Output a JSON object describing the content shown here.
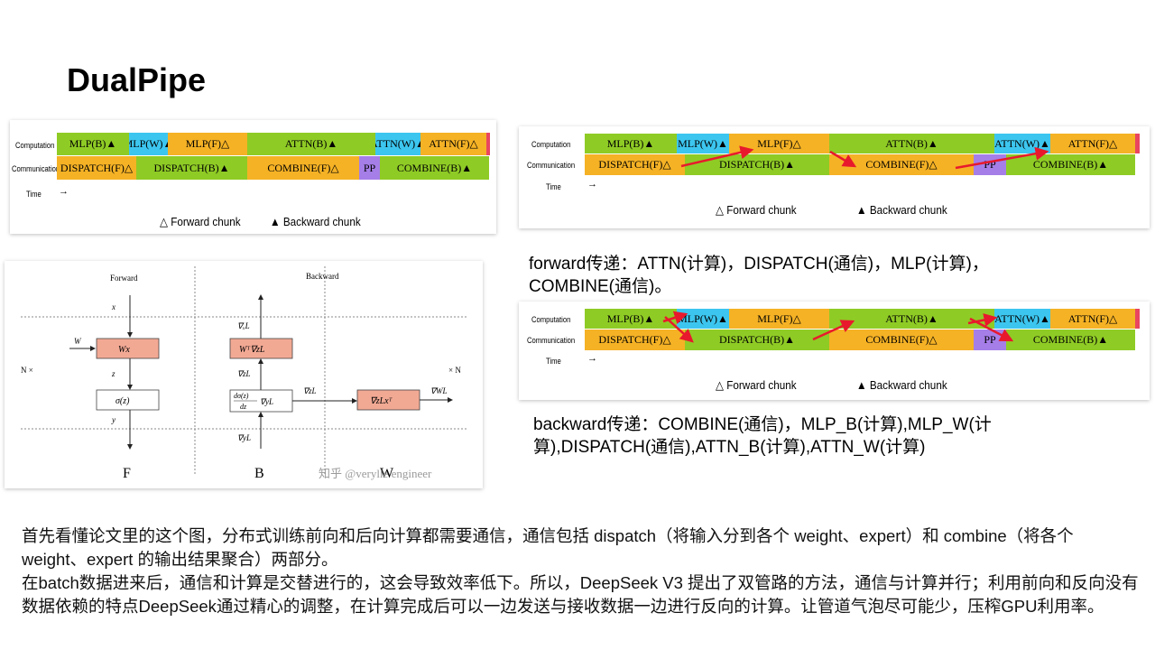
{
  "title": "DualPipe",
  "schedule_panels": [
    {
      "row_labels": [
        "Computation",
        "Communication",
        "Time"
      ],
      "time_arrow": "→",
      "computation": [
        {
          "label": "MLP(B)▲",
          "color": "#8fcb25",
          "w": 80
        },
        {
          "label": "MLP(W)▲",
          "color": "#3cc6ef",
          "w": 43
        },
        {
          "label": "MLP(F)△",
          "color": "#f5b225",
          "w": 88
        },
        {
          "label": "ATTN(B)▲",
          "color": "#8fcb25",
          "w": 142
        },
        {
          "label": "ATTN(W)▲",
          "color": "#3cc6ef",
          "w": 50
        },
        {
          "label": "ATTN(F)△",
          "color": "#f5b225",
          "w": 73
        }
      ],
      "communication": [
        {
          "label": "DISPATCH(F)△",
          "color": "#f5b225",
          "w": 88
        },
        {
          "label": "DISPATCH(B)▲",
          "color": "#8fcb25",
          "w": 123
        },
        {
          "label": "COMBINE(F)△",
          "color": "#f5b225",
          "w": 124
        },
        {
          "label": "PP",
          "color": "#a57ee8",
          "w": 23
        },
        {
          "label": "COMBINE(B)▲",
          "color": "#8fcb25",
          "w": 121
        }
      ],
      "legend": [
        "△ Forward chunk",
        "▲ Backward chunk"
      ]
    },
    {
      "row_labels": [
        "Computation",
        "Communication",
        "Time"
      ],
      "time_arrow": "→",
      "computation": [
        {
          "label": "MLP(B)▲",
          "color": "#8fcb25",
          "w": 102
        },
        {
          "label": "MLP(W)▲",
          "color": "#3cc6ef",
          "w": 58
        },
        {
          "label": "MLP(F)△",
          "color": "#f5b225",
          "w": 111
        },
        {
          "label": "ATTN(B)▲",
          "color": "#8fcb25",
          "w": 183
        },
        {
          "label": "ATTN(W)▲",
          "color": "#3cc6ef",
          "w": 62
        },
        {
          "label": "ATTN(F)△",
          "color": "#f5b225",
          "w": 94
        }
      ],
      "communication": [
        {
          "label": "DISPATCH(F)△",
          "color": "#f5b225",
          "w": 111
        },
        {
          "label": "DISPATCH(B)▲",
          "color": "#8fcb25",
          "w": 160
        },
        {
          "label": "COMBINE(F)△",
          "color": "#f5b225",
          "w": 160
        },
        {
          "label": "PP",
          "color": "#a57ee8",
          "w": 36
        },
        {
          "label": "COMBINE(B)▲",
          "color": "#8fcb25",
          "w": 143
        }
      ],
      "legend": [
        "△ Forward chunk",
        "▲ Backward chunk"
      ]
    },
    {
      "row_labels": [
        "Computation",
        "Communication",
        "Time"
      ],
      "time_arrow": "→",
      "computation": [
        {
          "label": "MLP(B)▲",
          "color": "#8fcb25",
          "w": 102
        },
        {
          "label": "MLP(W)▲",
          "color": "#3cc6ef",
          "w": 58
        },
        {
          "label": "MLP(F)△",
          "color": "#f5b225",
          "w": 111
        },
        {
          "label": "ATTN(B)▲",
          "color": "#8fcb25",
          "w": 183
        },
        {
          "label": "ATTN(W)▲",
          "color": "#3cc6ef",
          "w": 62
        },
        {
          "label": "ATTN(F)△",
          "color": "#f5b225",
          "w": 94
        }
      ],
      "communication": [
        {
          "label": "DISPATCH(F)△",
          "color": "#f5b225",
          "w": 111
        },
        {
          "label": "DISPATCH(B)▲",
          "color": "#8fcb25",
          "w": 160
        },
        {
          "label": "COMBINE(F)△",
          "color": "#f5b225",
          "w": 160
        },
        {
          "label": "PP",
          "color": "#a57ee8",
          "w": 36
        },
        {
          "label": "COMBINE(B)▲",
          "color": "#8fcb25",
          "w": 143
        }
      ],
      "legend": [
        "△ Forward chunk",
        "▲ Backward chunk"
      ]
    }
  ],
  "forward_caption": "forward传递：ATTN(计算)，DISPATCH(通信)，MLP(计算)，COMBINE(通信)。",
  "backward_caption": "backward传递：COMBINE(通信)，MLP_B(计算),MLP_W(计算),DISPATCH(通信),ATTN_B(计算),ATTN_W(计算)",
  "diagram": {
    "forward_label": "Forward",
    "backward_label": "Backward",
    "n_left": "N ×",
    "n_right": "× N",
    "bottom_labels": [
      "F",
      "B",
      "W"
    ],
    "watermark": "知乎 @verylle engineer"
  },
  "paragraphs": [
    "首先看懂论文里的这个图，分布式训练前向和后向计算都需要通信，通信包括 dispatch（将输入分到各个 weight、expert）和 combine（将各个 weight、expert 的输出结果聚合）两部分。",
    "在batch数据进来后，通信和计算是交替进行的，这会导致效率低下。所以，DeepSeek V3 提出了双管路的方法，通信与计算并行；利用前向和反向没有数据依赖的特点DeepSeek通过精心的调整，在计算完成后可以一边发送与接收数据一边进行反向的计算。让管道气泡尽可能少，压榨GPU利用率。"
  ],
  "colors": {
    "forward": "#f5b225",
    "backward": "#8fcb25",
    "weight": "#3cc6ef",
    "pp": "#a57ee8",
    "arrow": "#e8192c",
    "box_fill": "#f2a994"
  }
}
